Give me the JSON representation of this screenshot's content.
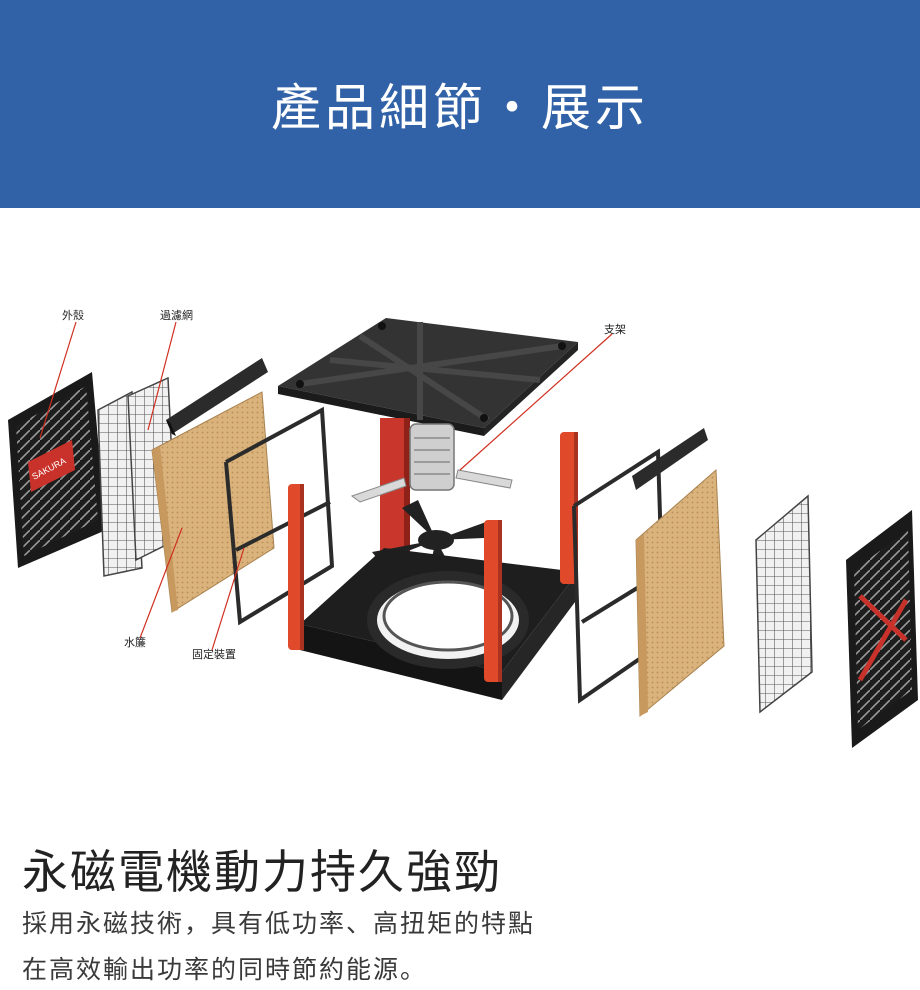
{
  "header": {
    "title": "產品細節・展示"
  },
  "diagram": {
    "labels": {
      "shell": "外殼",
      "filter": "過濾網",
      "bracket": "支架",
      "water_curtain": "水簾",
      "fixing_device": "固定裝置"
    },
    "colors": {
      "accent_red": "#e0492a",
      "pad": "#d9b27c",
      "frame": "#2b2b2b",
      "leader": "#d03020"
    }
  },
  "content": {
    "headline": "永磁電機動力持久強勁",
    "desc_line1": "採用永磁技術，具有低功率、高扭矩的特點",
    "desc_line2": "在高效輸出功率的同時節約能源。"
  }
}
